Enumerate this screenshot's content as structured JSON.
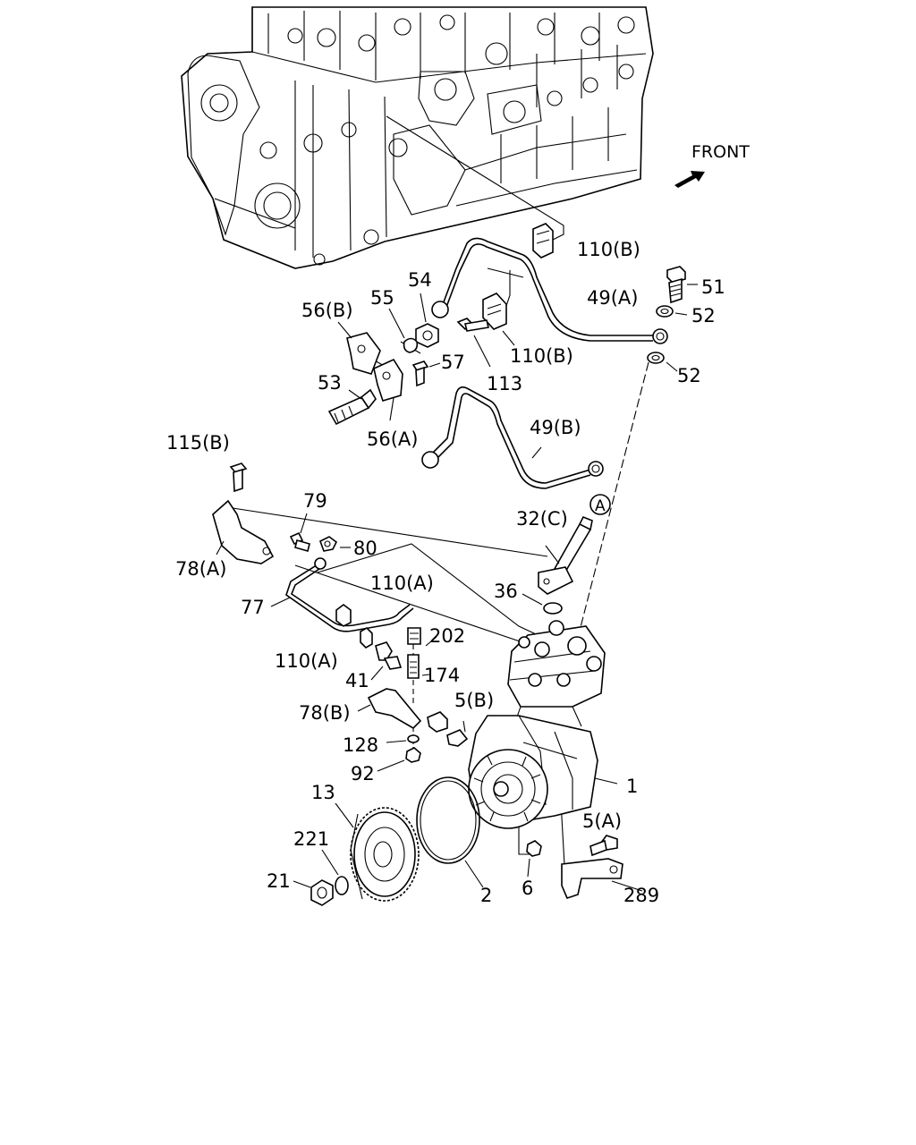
{
  "front_label": "FRONT",
  "circle_label": "A",
  "labels": [
    {
      "key": "110b_top",
      "text": "110(B)"
    },
    {
      "key": "54",
      "text": "54"
    },
    {
      "key": "51",
      "text": "51"
    },
    {
      "key": "49a",
      "text": "49(A)"
    },
    {
      "key": "52_top",
      "text": "52"
    },
    {
      "key": "56b",
      "text": "56(B)"
    },
    {
      "key": "55",
      "text": "55"
    },
    {
      "key": "110b_mid",
      "text": "110(B)"
    },
    {
      "key": "52_bot",
      "text": "52"
    },
    {
      "key": "57",
      "text": "57"
    },
    {
      "key": "53",
      "text": "53"
    },
    {
      "key": "113",
      "text": "113"
    },
    {
      "key": "49b",
      "text": "49(B)"
    },
    {
      "key": "56a",
      "text": "56(A)"
    },
    {
      "key": "115b",
      "text": "115(B)"
    },
    {
      "key": "79",
      "text": "79"
    },
    {
      "key": "32c",
      "text": "32(C)"
    },
    {
      "key": "80",
      "text": "80"
    },
    {
      "key": "78a",
      "text": "78(A)"
    },
    {
      "key": "110a_top",
      "text": "110(A)"
    },
    {
      "key": "36",
      "text": "36"
    },
    {
      "key": "77",
      "text": "77"
    },
    {
      "key": "202",
      "text": "202"
    },
    {
      "key": "110a_bot",
      "text": "110(A)"
    },
    {
      "key": "174",
      "text": "174"
    },
    {
      "key": "41",
      "text": "41"
    },
    {
      "key": "5b",
      "text": "5(B)"
    },
    {
      "key": "78b",
      "text": "78(B)"
    },
    {
      "key": "128",
      "text": "128"
    },
    {
      "key": "92",
      "text": "92"
    },
    {
      "key": "1",
      "text": "1"
    },
    {
      "key": "13",
      "text": "13"
    },
    {
      "key": "5a",
      "text": "5(A)"
    },
    {
      "key": "221",
      "text": "221"
    },
    {
      "key": "21",
      "text": "21"
    },
    {
      "key": "2",
      "text": "2"
    },
    {
      "key": "6",
      "text": "6"
    },
    {
      "key": "289",
      "text": "289"
    }
  ]
}
